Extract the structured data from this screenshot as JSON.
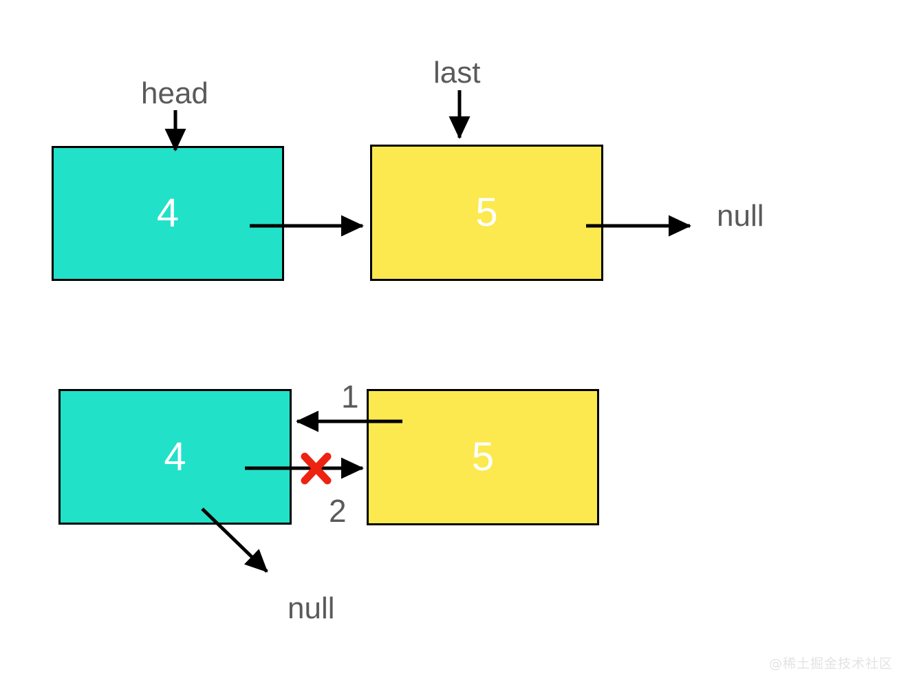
{
  "diagram": {
    "title": "linked-list-reversal-steps",
    "colors": {
      "node_a_fill": "#22e1c9",
      "node_b_fill": "#fbe94f",
      "stroke": "#000000",
      "label_gray": "#5a5a5a",
      "cross_red": "#ee2211",
      "value_text": "#ffffff",
      "background": "#ffffff",
      "watermark": "#e3e3e3"
    },
    "top_row": {
      "pointer_labels": [
        {
          "name": "head-pointer-label",
          "text": "head"
        },
        {
          "name": "last-pointer-label",
          "text": "last"
        }
      ],
      "nodes": [
        {
          "name": "node-4-top",
          "value": "4",
          "fill": "#22e1c9"
        },
        {
          "name": "node-5-top",
          "value": "5",
          "fill": "#fbe94f"
        }
      ],
      "terminator": "null"
    },
    "bottom_row": {
      "nodes": [
        {
          "name": "node-4-bottom",
          "value": "4",
          "fill": "#22e1c9"
        },
        {
          "name": "node-5-bottom",
          "value": "5",
          "fill": "#fbe94f"
        }
      ],
      "steps": [
        {
          "name": "step-1-label",
          "text": "1",
          "meaning": "5 points back to 4"
        },
        {
          "name": "step-2-label",
          "text": "2",
          "meaning": "4 no longer points to 5"
        }
      ],
      "broken_link_marker": "x-cross-icon",
      "terminator": "null"
    },
    "watermark": "@稀土掘金技术社区"
  }
}
